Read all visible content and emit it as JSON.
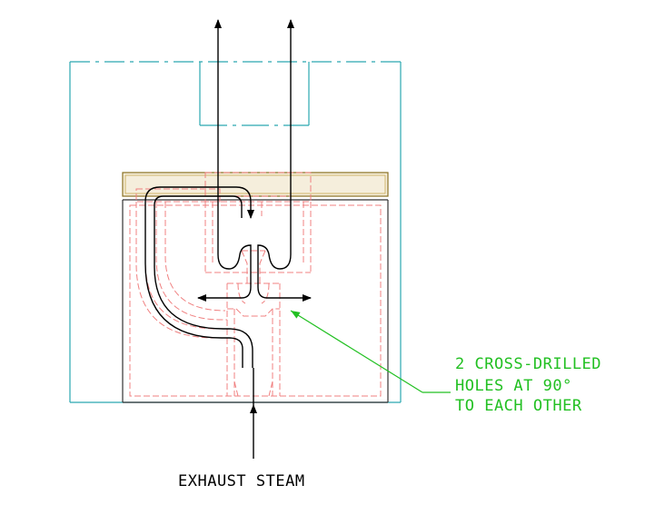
{
  "callout": {
    "lines": [
      "2 CROSS-DRILLED",
      "HOLES AT 90°",
      "TO EACH OTHER"
    ],
    "color": "#22c022"
  },
  "caption": "EXHAUST STEAM",
  "colors": {
    "outline_cyan": "#2aa8b0",
    "hidden_red": "#f08080",
    "flow_black": "#000000",
    "cap_fill": "#f5eedc",
    "cap_border": "#b89a3c"
  }
}
